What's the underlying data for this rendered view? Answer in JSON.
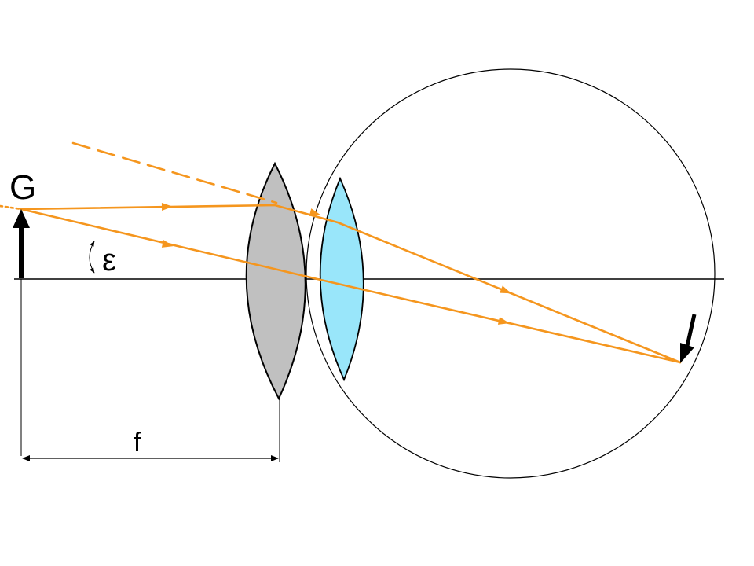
{
  "labels": {
    "object": "G",
    "angle": "ε",
    "focal_length": "f"
  },
  "colors": {
    "ray": "#F5961E",
    "magnifier_lens": "#C0C0C0",
    "eye_lens": "#99E6FA",
    "outline": "#000000",
    "background": "#FFFFFF"
  }
}
